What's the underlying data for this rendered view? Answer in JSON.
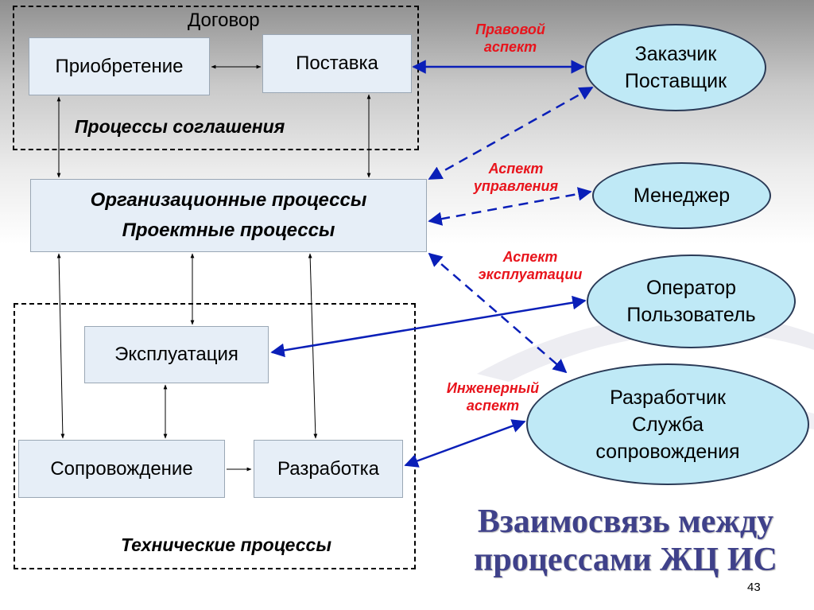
{
  "groups": {
    "agreement": {
      "top_label": "Договор",
      "bottom_label": "Процессы соглашения"
    },
    "technical": {
      "label": "Технические процессы"
    }
  },
  "boxes": {
    "acquisition": "Приобретение",
    "supply": "Поставка",
    "org_line1": "Организационные процессы",
    "org_line2": "Проектные процессы",
    "operation": "Эксплуатация",
    "maintenance": "Сопровождение",
    "development": "Разработка"
  },
  "ellipses": {
    "customer": [
      "Заказчик",
      "Поставщик"
    ],
    "manager": [
      "Менеджер"
    ],
    "operator": [
      "Оператор",
      "Пользователь"
    ],
    "developer": [
      "Разработчик",
      "Служба",
      "сопровождения"
    ]
  },
  "aspects": {
    "legal": [
      "Правовой",
      "аспект"
    ],
    "management": [
      "Аспект",
      "управления"
    ],
    "operation": [
      "Аспект",
      "эксплуатации"
    ],
    "engineering": [
      "Инженерный",
      "аспект"
    ]
  },
  "title": [
    "Взаимосвязь между",
    "процессами ЖЦ ИС"
  ],
  "page_number": "43",
  "colors": {
    "arrow_blue": "#0a1fb8",
    "aspect_red": "#e8141c",
    "title": "#3f418a",
    "ellipse_fill": "#bfe9f6",
    "box_fill": "#e6eef7"
  }
}
